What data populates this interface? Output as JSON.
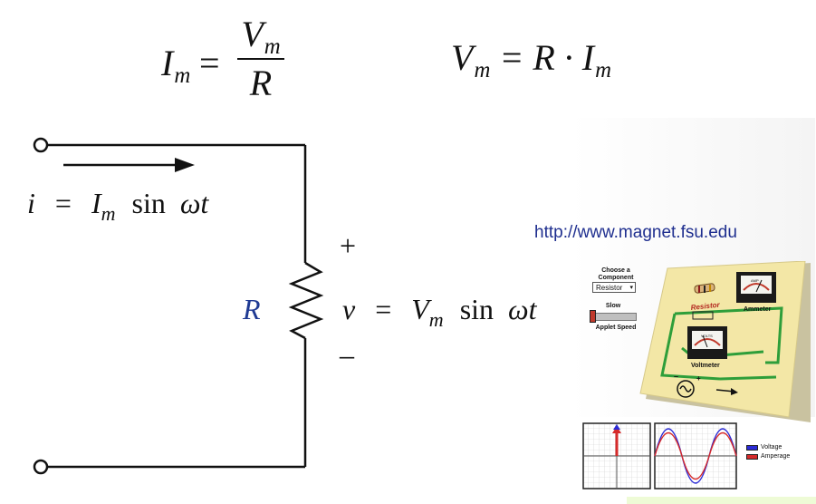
{
  "equations": {
    "im_lhs": "I",
    "im_sub": "m",
    "equals": "=",
    "frac_num": "V",
    "frac_num_sub": "m",
    "frac_den": "R",
    "vm_lhs": "V",
    "vm_lhs_sub": "m",
    "vm_rhs": "= R · I",
    "vm_rhs_sub": "m"
  },
  "circuit": {
    "current_i": "i",
    "current_eq": "=",
    "current_I": "I",
    "current_I_sub": "m",
    "current_sin": "sin",
    "current_wt": "ωt",
    "resistor_label": "R",
    "plus": "+",
    "minus": "–",
    "voltage_v": "v",
    "voltage_eq": "=",
    "voltage_V": "V",
    "voltage_V_sub": "m",
    "voltage_sin": "sin",
    "voltage_wt": "ωt",
    "resistor_color": "#1f3a93"
  },
  "source_url": "http://www.magnet.fsu.edu",
  "applet": {
    "choose_label_1": "Choose a",
    "choose_label_2": "Component",
    "select_value": "Resistor",
    "slow_label": "Slow",
    "speed_label": "Applet Speed",
    "resistor_tag": "Resistor",
    "ammeter_label": "Ammeter",
    "voltmeter_label": "Voltmeter",
    "amps_label": "AMP",
    "volts_label": "VOLTS",
    "minus_sign": "–",
    "plus_sign": "+",
    "board_color": "#f3e7a6",
    "wire_color": "#2e9e3a"
  },
  "legend": {
    "voltage": "Voltage",
    "amperage": "Amperage",
    "voltage_color": "#2b2bd6",
    "amperage_color": "#d62b2b"
  }
}
